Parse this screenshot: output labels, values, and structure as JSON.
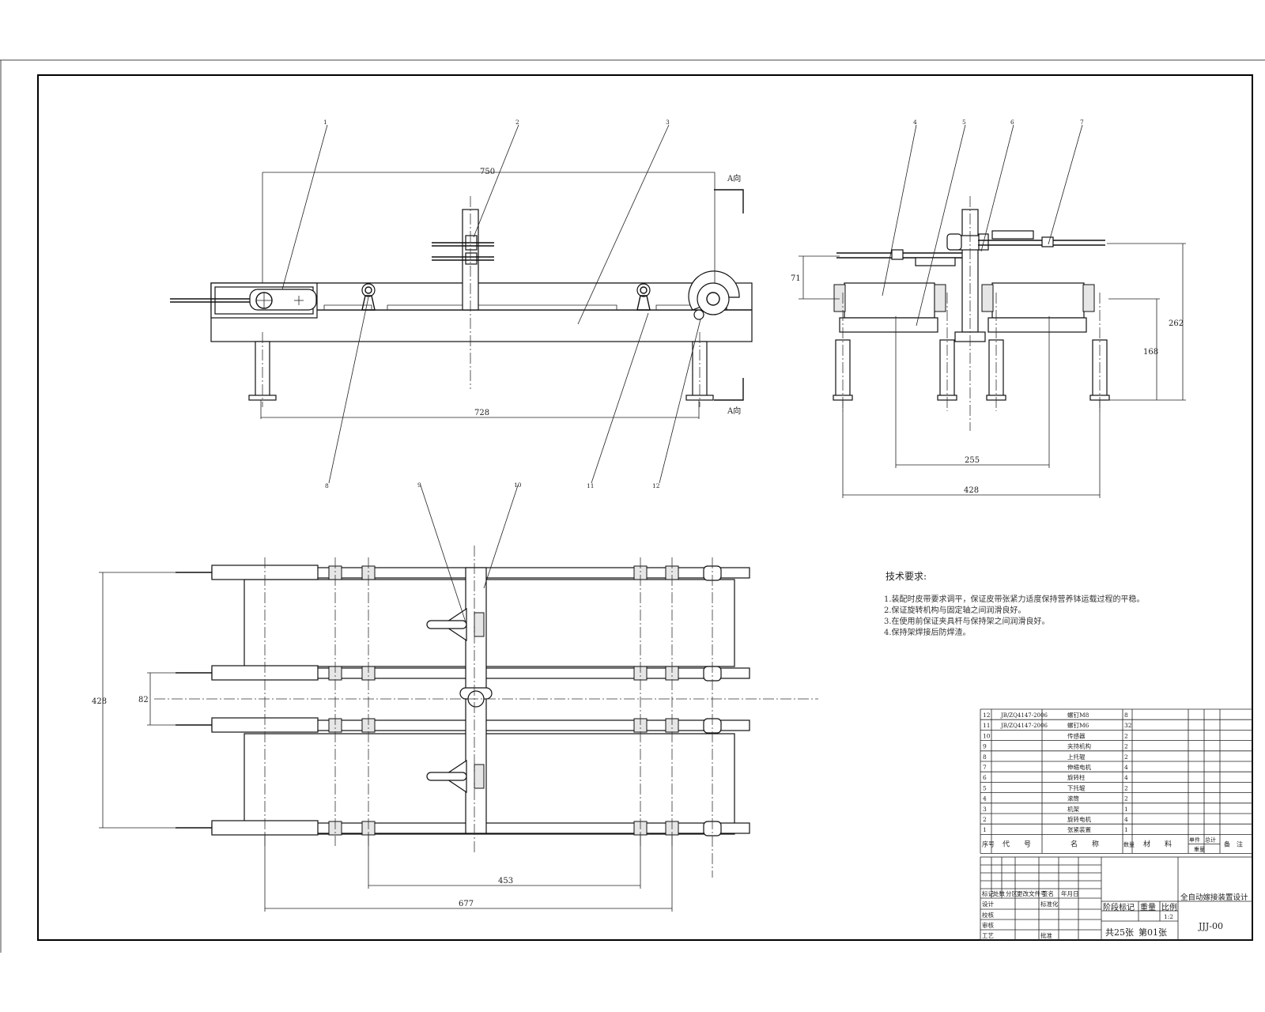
{
  "views": {
    "front": {
      "dim_top": "750",
      "dim_bottom": "728",
      "arrow_top": "A向",
      "arrow_bottom": "A向"
    },
    "side": {
      "dim_height_left": "71",
      "dim_262": "262",
      "dim_168": "168",
      "dim_255": "255",
      "dim_428": "428"
    },
    "plan": {
      "dim_453": "453",
      "dim_677": "677",
      "dim_428": "428",
      "dim_82": "82"
    }
  },
  "balloons": [
    "1",
    "2",
    "3",
    "4",
    "5",
    "6",
    "7",
    "8",
    "9",
    "10",
    "11",
    "12"
  ],
  "tech_requirements": {
    "title": "技术要求:",
    "items": [
      "1.装配时皮带要求调平，保证皮带张紧力适度保持营养钵运载过程的平稳。",
      "2.保证旋转机构与固定轴之间润滑良好。",
      "3.在使用前保证夹具杆与保持架之间润滑良好。",
      "4.保持架焊接后防焊渣。"
    ]
  },
  "bom": {
    "rows": [
      {
        "no": "12",
        "code": "JB/ZQ4147-2006",
        "name": "螺钉M8",
        "qty": "8"
      },
      {
        "no": "11",
        "code": "JB/ZQ4147-2006",
        "name": "螺钉M6",
        "qty": "32"
      },
      {
        "no": "10",
        "code": "",
        "name": "传感器",
        "qty": "2"
      },
      {
        "no": "9",
        "code": "",
        "name": "夹持机构",
        "qty": "2"
      },
      {
        "no": "8",
        "code": "",
        "name": "上托辊",
        "qty": "2"
      },
      {
        "no": "7",
        "code": "",
        "name": "伸缩电机",
        "qty": "4"
      },
      {
        "no": "6",
        "code": "",
        "name": "旋转柱",
        "qty": "4"
      },
      {
        "no": "5",
        "code": "",
        "name": "下托辊",
        "qty": "2"
      },
      {
        "no": "4",
        "code": "",
        "name": "滚筒",
        "qty": "2"
      },
      {
        "no": "3",
        "code": "",
        "name": "机架",
        "qty": "1"
      },
      {
        "no": "2",
        "code": "",
        "name": "旋转电机",
        "qty": "4"
      },
      {
        "no": "1",
        "code": "",
        "name": "张紧装置",
        "qty": "1"
      }
    ],
    "header": {
      "no": "序号",
      "code": "代　　号",
      "name": "名　　称",
      "qty": "数量",
      "material": "材　　料",
      "unit_weight": "单件",
      "total_weight": "总计",
      "weight": "重量",
      "remark": "备　注"
    }
  },
  "title_block": {
    "revision_labels": [
      "标记",
      "处数",
      "分区",
      "更改文件号",
      "签名",
      "年月日"
    ],
    "role_labels": [
      "设计",
      "校核",
      "审核",
      "工艺"
    ],
    "standardization": "标准化",
    "approve": "批准",
    "stage_mark": "阶段标记",
    "weight": "重量",
    "scale": "比例",
    "scale_value": "1:2",
    "sheet_total": "共25张",
    "sheet_no": "第01张",
    "drawing_title": "全自动嫁接装置设计",
    "drawing_no": "JJJ-00"
  }
}
